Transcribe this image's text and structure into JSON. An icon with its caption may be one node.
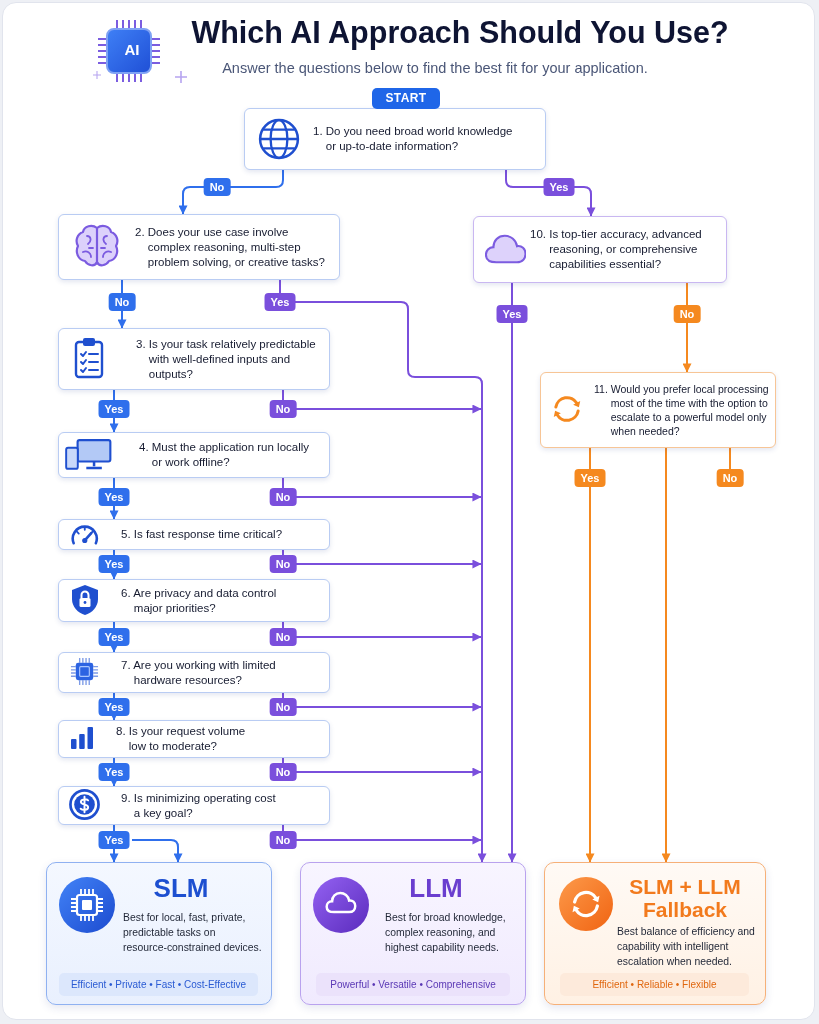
{
  "diagram": {
    "title": "Which AI Approach Should You Use?",
    "nodes": [
      {
        "text": [
          "START"
        ]
      },
      {
        "text": [
          "1. Do you need broad world knowledge or up-to-date information?"
        ]
      },
      {
        "text": [
          "2. Does your use case involve complex reasoning, multi-step problem solving, or creative tasks?"
        ]
      },
      {
        "text": [
          "3. Is your task relatively predictable with well-defined inputs and outputs?"
        ]
      },
      {
        "text": [
          "4. Must the application run locally or work offline?"
        ]
      },
      {
        "text": [
          "5. Is fast response time critical?"
        ]
      },
      {
        "text": [
          "6. Are privacy and data control major priorities?"
        ]
      },
      {
        "text": [
          "7. Are you working with limited hardware resources?"
        ]
      },
      {
        "text": [
          "8. Is your request volume low to moderate?"
        ]
      },
      {
        "text": [
          "9. Is minimizing operating cost a key goal?"
        ]
      },
      {
        "text": [
          "10. Is top-tier accuracy, advanced reasoning, or comprehensive capabilities essential?"
        ]
      },
      {
        "text": [
          "11. Would you prefer local processing most of the time with the option to escalate to a powerful model only when needed?"
        ]
      },
      {
        "text": [
          "SLM",
          "Best for local, fast, private, predictable tasks on resource-constrained devices."
        ]
      },
      {
        "text": [
          "Efficient • Private • Fast • Cost-Effective"
        ],
        "in": 12
      },
      {
        "text": [
          "LLM",
          "Best for broad knowledge, complex reasoning, and highest capability needs."
        ]
      },
      {
        "text": [
          "Powerful • Versatile • Comprehensive"
        ],
        "in": 14
      },
      {
        "text": [
          "SLM + LLM Fallback",
          "Best balance of efficiency and capability with intelligent escalation when needed."
        ]
      },
      {
        "text": [
          "Efficient • Reliable • Flexible"
        ],
        "in": 16
      }
    ],
    "edges": [
      {
        "from": 1,
        "to": 2,
        "arrow": "to",
        "label": "No",
        "color": "#2f6fec"
      },
      {
        "from": 1,
        "to": 10,
        "arrow": "to",
        "label": "Yes"
      },
      {
        "from": 2,
        "to": 3,
        "arrow": "to",
        "label": "No",
        "color": "#2f6fec"
      },
      {
        "from": 2,
        "to": 14,
        "arrow": "to",
        "label": "Yes"
      },
      {
        "from": 3,
        "to": 4,
        "arrow": "to",
        "label": "Yes",
        "color": "#2f6fec"
      },
      {
        "from": 3,
        "to": 14,
        "arrow": "to",
        "label": "No"
      },
      {
        "from": 4,
        "to": 5,
        "arrow": "to",
        "label": "Yes",
        "color": "#2f6fec"
      },
      {
        "from": 4,
        "to": 14,
        "arrow": "to",
        "label": "No"
      },
      {
        "from": 5,
        "to": 6,
        "arrow": "to",
        "label": "Yes",
        "color": "#2f6fec"
      },
      {
        "from": 5,
        "to": 14,
        "arrow": "to",
        "label": "No"
      },
      {
        "from": 6,
        "to": 7,
        "arrow": "to",
        "label": "Yes",
        "color": "#2f6fec"
      },
      {
        "from": 6,
        "to": 14,
        "arrow": "to",
        "label": "No"
      },
      {
        "from": 7,
        "to": 8,
        "arrow": "to",
        "label": "Yes",
        "color": "#2f6fec"
      },
      {
        "from": 7,
        "to": 14,
        "arrow": "to",
        "label": "No"
      },
      {
        "from": 8,
        "to": 9,
        "arrow": "to",
        "label": "Yes",
        "color": "#2f6fec"
      },
      {
        "from": 8,
        "to": 14,
        "arrow": "to",
        "label": "No"
      },
      {
        "from": 9,
        "to": 12,
        "arrow": "to",
        "label": "Yes",
        "color": "#2f6fec"
      },
      {
        "from": 9,
        "to": 14,
        "arrow": "to",
        "label": "No"
      },
      {
        "from": 10,
        "to": 14,
        "arrow": "to",
        "label": "Yes"
      },
      {
        "from": 10,
        "to": 11,
        "arrow": "to",
        "label": "No",
        "color": "#f5891f"
      },
      {
        "from": 11,
        "to": 16,
        "arrow": "to",
        "label": "Yes",
        "color": "#f5891f"
      },
      {
        "from": 11,
        "to": 16,
        "arrow": "to",
        "color": "#f5891f"
      },
      {
        "from": 11,
        "to": null,
        "arrow": "none",
        "label": "No",
        "color": "#f5891f"
      }
    ],
    "labels": [
      "AI",
      "Answer the questions below to find the best fit for your application."
    ]
  }
}
